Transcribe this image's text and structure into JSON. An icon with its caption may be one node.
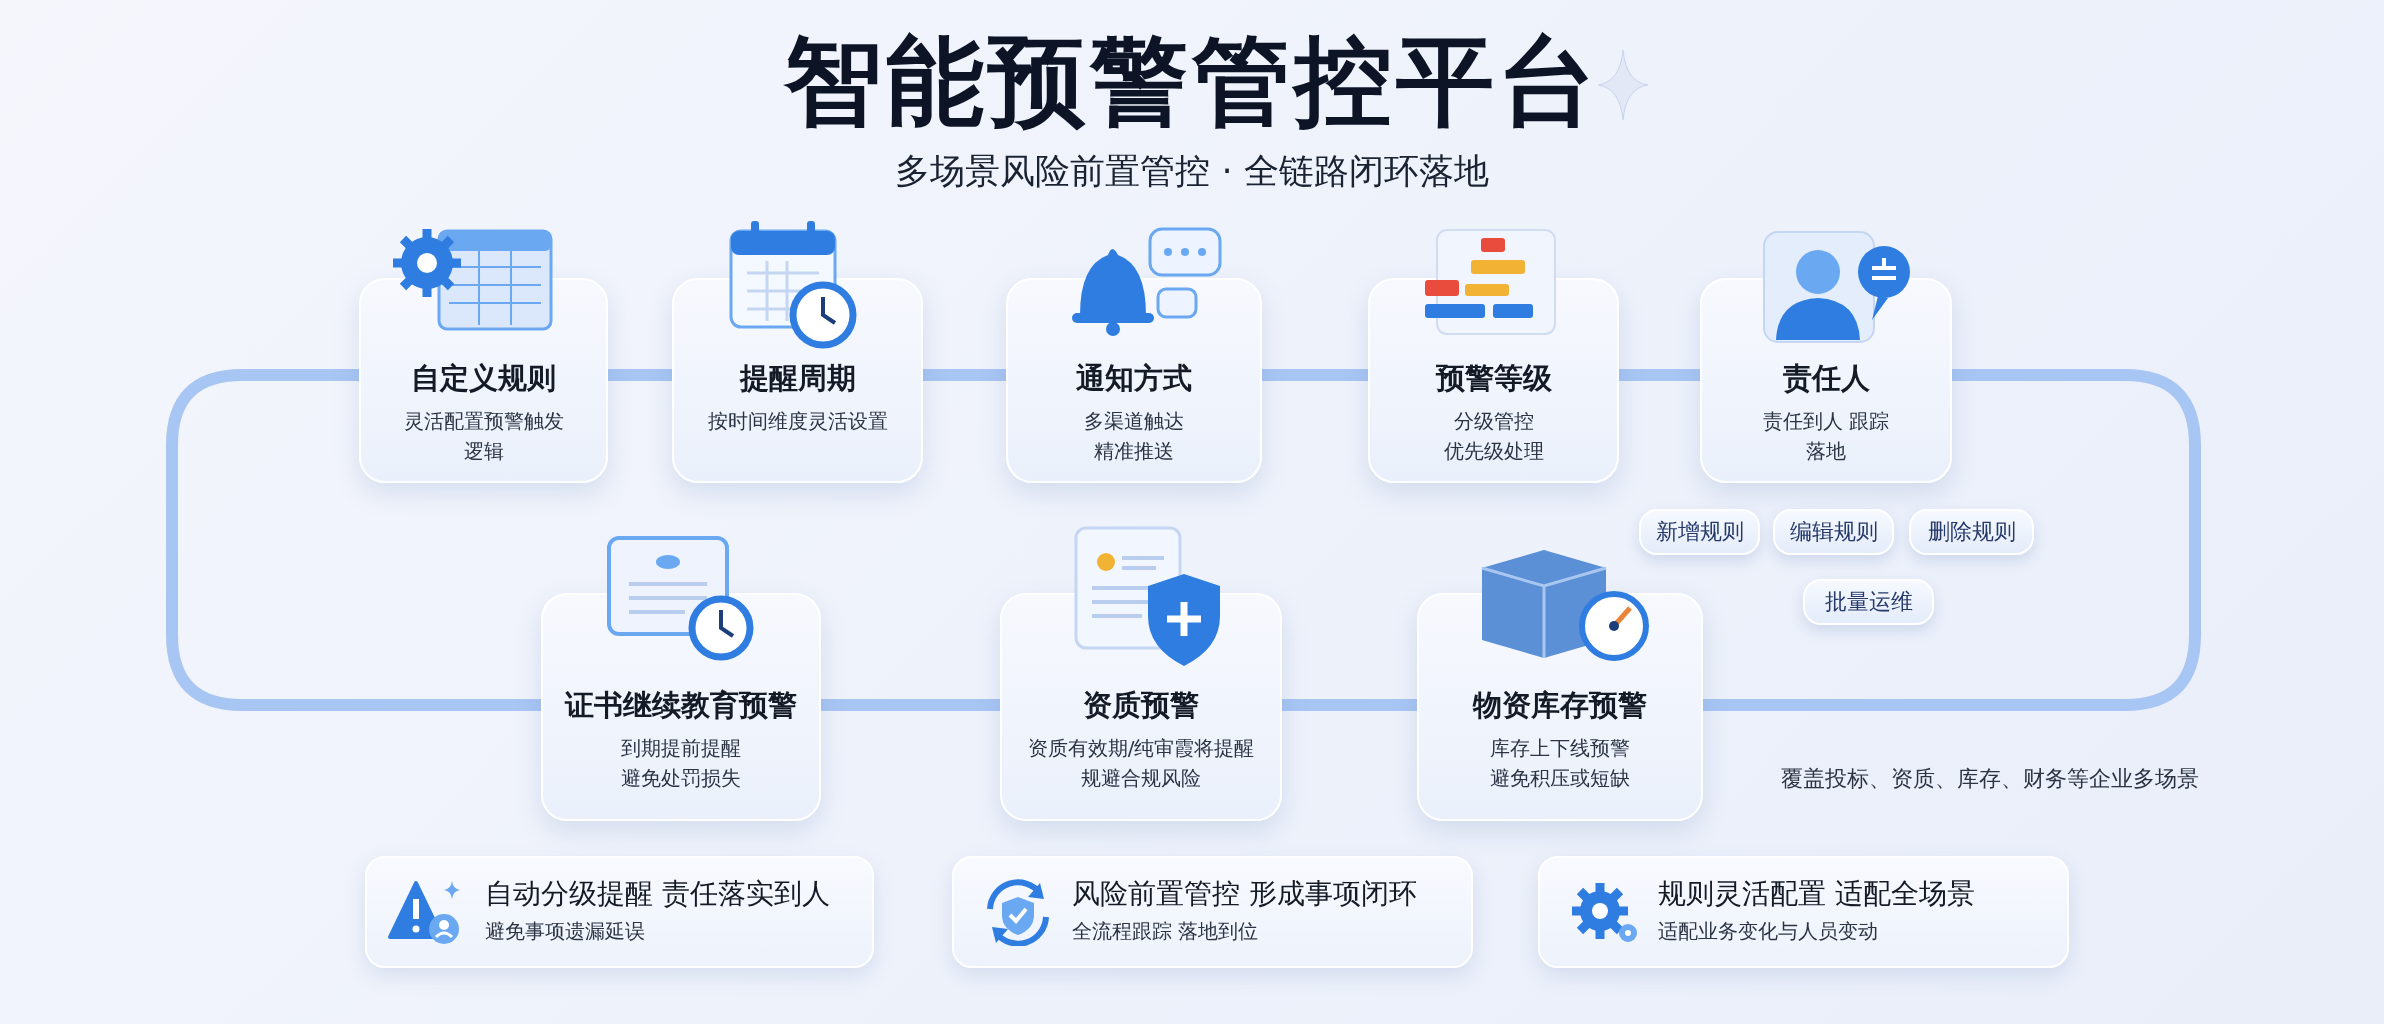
{
  "diagram": {
    "title": "智能预警管控平台",
    "nodes": [
      {
        "text": [
          "自定义规则",
          "灵活配置预警触发逻辑"
        ]
      },
      {
        "text": [
          "提醒周期",
          "按时间维度灵活设置"
        ]
      },
      {
        "text": [
          "通知方式",
          "多渠道触达精准推送"
        ]
      },
      {
        "text": [
          "预警等级",
          "分级管控优先级处理"
        ]
      },
      {
        "text": [
          "责任人",
          "责任到人 跟踪落地"
        ]
      },
      {
        "text": [
          "证书继续教育预警",
          "到期提前提醒避免处罚损失"
        ]
      },
      {
        "text": [
          "资质预警",
          "资质有效期/纯审霞将提醒规避合规风险"
        ]
      },
      {
        "text": [
          "物资库存预警",
          "库存上下线预警避免积压或短缺"
        ]
      },
      {
        "text": [
          "新增规则"
        ]
      },
      {
        "text": [
          "编辑规则"
        ]
      },
      {
        "text": [
          "删除规则"
        ]
      },
      {
        "text": [
          "批量运维"
        ]
      },
      {
        "text": [
          "自动分级提醒 责任落实到人",
          "避免事项遗漏延误"
        ]
      },
      {
        "text": [
          "风险前置管控 形成事项闭环",
          "全流程跟踪 落地到位"
        ]
      },
      {
        "text": [
          "规则灵活配置 适配全场景",
          "适配业务变化与人员变动"
        ]
      }
    ],
    "edges": [
      {
        "from": 0,
        "to": 1,
        "arrow": "none"
      },
      {
        "from": 1,
        "to": 2,
        "arrow": "none"
      },
      {
        "from": 2,
        "to": 3,
        "arrow": "none"
      },
      {
        "from": 3,
        "to": 4,
        "arrow": "none"
      },
      {
        "from": 4,
        "to": 7,
        "arrow": "none"
      },
      {
        "from": 7,
        "to": 6,
        "arrow": "none"
      },
      {
        "from": 6,
        "to": 5,
        "arrow": "none"
      },
      {
        "from": 5,
        "to": 0,
        "arrow": "none"
      }
    ],
    "labels": [
      "多场景风险前置管控 · 全链路闭环落地",
      "覆盖投标、资质、库存、财务等企业多场景"
    ]
  }
}
